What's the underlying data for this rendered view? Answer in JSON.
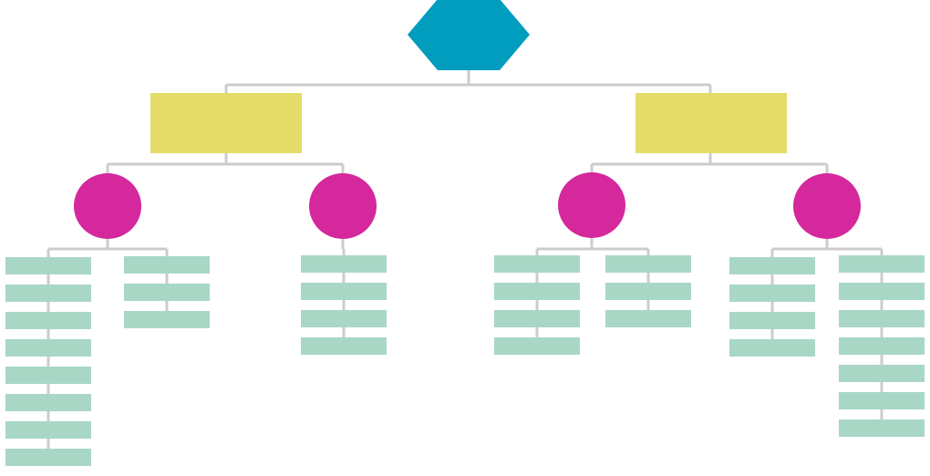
{
  "colors": {
    "root": "#009dbf",
    "level1": "#e3dc69",
    "level2": "#d4289c",
    "leaf": "#a9d7c6",
    "connector": "#cccccc"
  },
  "shapes": {
    "root": "hexagon",
    "level1": "rectangle",
    "level2": "circle",
    "leaf": "bar"
  },
  "tree": {
    "branches": [
      {
        "groups": [
          {
            "leaves": 8
          },
          {
            "leaves": 3
          },
          {
            "leaves": 4
          }
        ]
      },
      {
        "groups": [
          {
            "leaves": 4
          },
          {
            "leaves": 3
          },
          {
            "leaves": 4
          },
          {
            "leaves": 7
          }
        ]
      }
    ]
  }
}
